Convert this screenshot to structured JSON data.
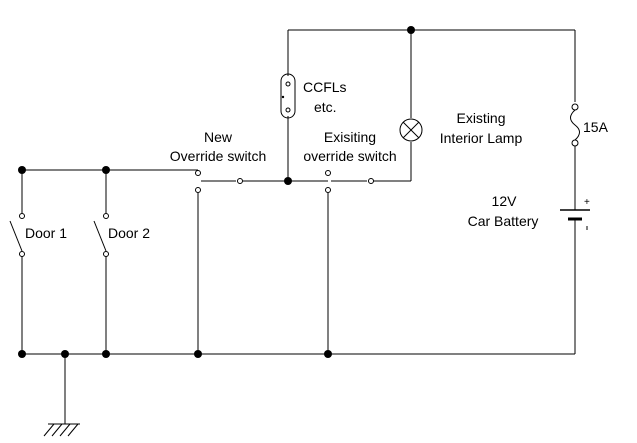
{
  "diagram": {
    "labels": {
      "new_switch_line1": "New",
      "new_switch_line2": "Override switch",
      "ccfl_line1": "CCFLs",
      "ccfl_line2": "etc.",
      "existing_switch_line1": "Exisiting",
      "existing_switch_line2": "override switch",
      "lamp_line1": "Existing",
      "lamp_line2": "Interior Lamp",
      "fuse": "15A",
      "battery_line1": "12V",
      "battery_line2": "Car Battery",
      "battery_plus": "+",
      "door1": "Door 1",
      "door2": "Door 2"
    },
    "components": [
      "Door 1 switch",
      "Door 2 switch",
      "New override switch",
      "Existing override switch",
      "CCFL lamp",
      "Existing interior lamp",
      "15A fuse",
      "12V car battery",
      "Ground"
    ]
  }
}
